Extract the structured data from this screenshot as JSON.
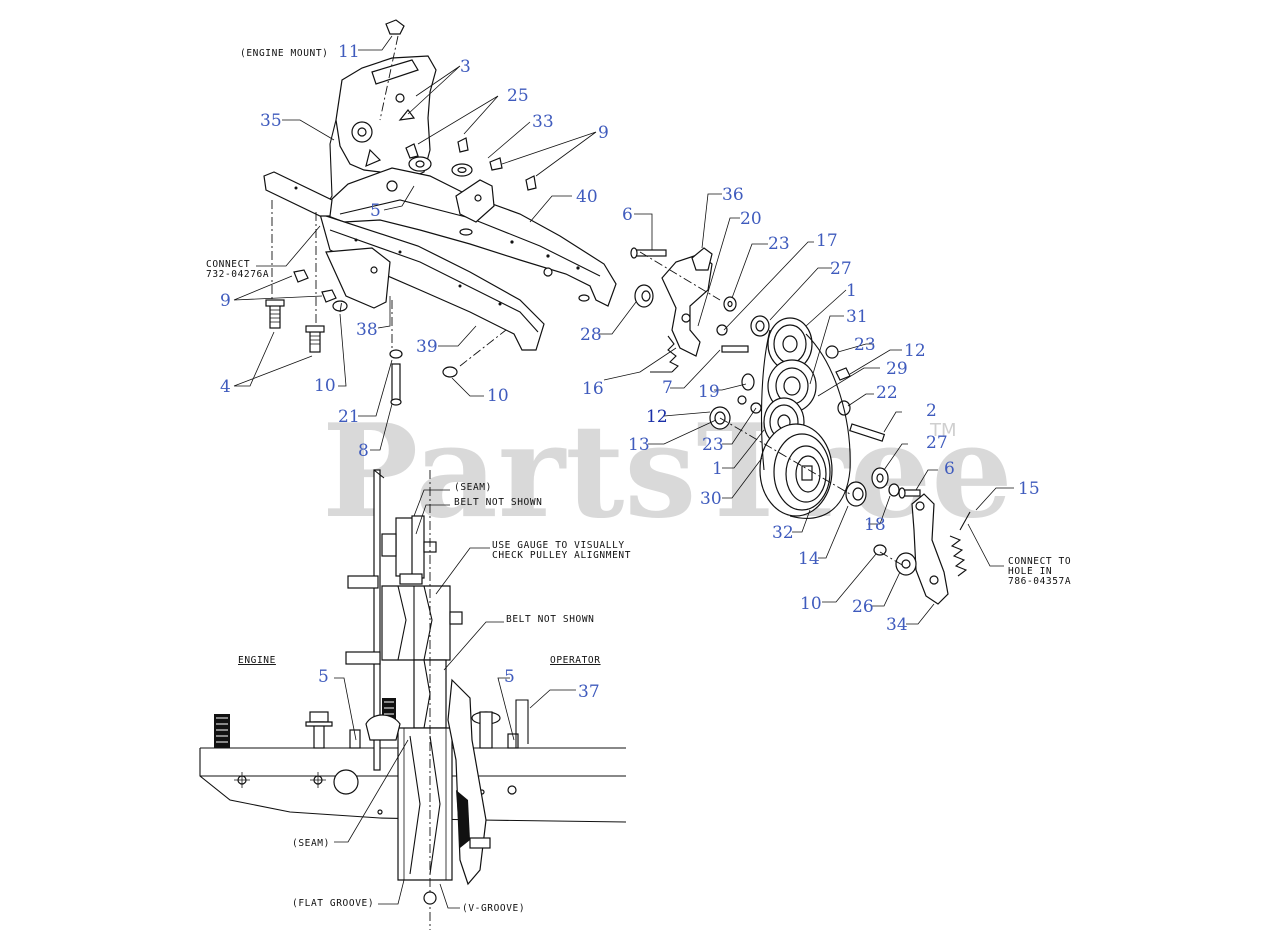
{
  "watermark": {
    "text": "PartsTree",
    "tm": "TM"
  },
  "notes": {
    "engine_mount": "(ENGINE MOUNT)",
    "connect_1_line1": "CONNECT",
    "connect_1_line2": "732-04276A",
    "connect_2_line1": "CONNECT TO",
    "connect_2_line2": "HOLE IN",
    "connect_2_line3": "786-04357A",
    "seam_top": "(SEAM)",
    "belt_not_shown_1": "BELT NOT SHOWN",
    "gauge_line1": "USE GAUGE TO VISUALLY",
    "gauge_line2": "CHECK PULLEY ALIGNMENT",
    "belt_not_shown_2": "BELT NOT SHOWN",
    "engine": "ENGINE",
    "operator": "OPERATOR",
    "seam_bottom": "(SEAM)",
    "flat_groove": "(FLAT GROOVE)",
    "v_groove": "(V-GROOVE)"
  },
  "callouts": {
    "c11": "11",
    "c3": "3",
    "c35": "35",
    "c25": "25",
    "c33": "33",
    "c9a": "9",
    "c5a": "5",
    "c40": "40",
    "c9b": "9",
    "c4": "4",
    "c38": "38",
    "c39": "39",
    "c10a": "10",
    "c10b": "10",
    "c21": "21",
    "c8": "8",
    "c36": "36",
    "c6a": "6",
    "c20": "20",
    "c23a": "23",
    "c17": "17",
    "c27a": "27",
    "c1a": "1",
    "c31": "31",
    "c28": "28",
    "c23b": "23",
    "c12a": "12",
    "c16": "16",
    "c7": "7",
    "c19": "19",
    "c29": "29",
    "c22": "22",
    "c12b": "12",
    "c2": "2",
    "c13": "13",
    "c23c": "23",
    "c27b": "27",
    "c1b": "1",
    "c6b": "6",
    "c30": "30",
    "c15": "15",
    "c18": "18",
    "c32": "32",
    "c14": "14",
    "c10c": "10",
    "c26": "26",
    "c34": "34",
    "c5b": "5",
    "c5c": "5",
    "c37": "37"
  }
}
